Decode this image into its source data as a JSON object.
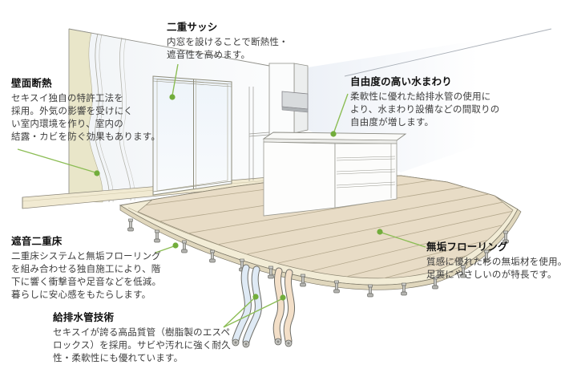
{
  "page": {
    "type": "architectural-cutaway-diagram",
    "background": "#ffffff"
  },
  "colors": {
    "leader_line_green": "#8cbd55",
    "leader_dot_green": "#72ad3c",
    "wall_insulation_beige": "#e9e6c9",
    "floor_plank_tan": "#e8dcc6",
    "floor_base_cream": "#f2ecd6",
    "beam_cream": "#f1ead2",
    "pipe_blue": "#dfeaf5",
    "pipe_orange": "#f3dfc8",
    "hood_gray": "#d8dbdd",
    "outline_gray": "#8c8c84",
    "title_text": "#111111",
    "body_text": "#3d3d3d"
  },
  "annotations": {
    "double_sash": {
      "title": "二重サッシ",
      "lines": [
        "内窓を設けることで断熱性・",
        "遮音性を高めます。"
      ]
    },
    "wall_insulation": {
      "title": "壁面断熱",
      "lines": [
        "セキスイ独自の特許工法を",
        "採用。外気の影響を受けにく",
        "い室内環境を作り、室内の",
        "結露・カビを防ぐ効果もあります。"
      ]
    },
    "flexible_water_area": {
      "title": "自由度の高い水まわり",
      "lines": [
        "柔軟性に優れた給排水管の使用に",
        "より、水まわり設備などの間取りの",
        "自由度が増します。"
      ]
    },
    "soundproof_double_floor": {
      "title": "遮音二重床",
      "lines": [
        "二重床システムと無垢フローリング",
        "を組み合わせる独自施工により、階",
        "下に響く衝撃音や足音などを低減。",
        "暮らしに安心感をもたらします。"
      ]
    },
    "solid_wood_flooring": {
      "title": "無垢フローリング",
      "lines": [
        "質感に優れた杉の無垢材を使用。",
        "足裏にやさしいのが特長です。"
      ]
    },
    "water_pipe_technology": {
      "title": "給排水管技術",
      "lines": [
        "セキスイが誇る高品質管（樹脂製のエスペ",
        "ロックス）を採用。サビや汚れに強く耐久",
        "性・柔軟性にも優れています。"
      ]
    }
  }
}
